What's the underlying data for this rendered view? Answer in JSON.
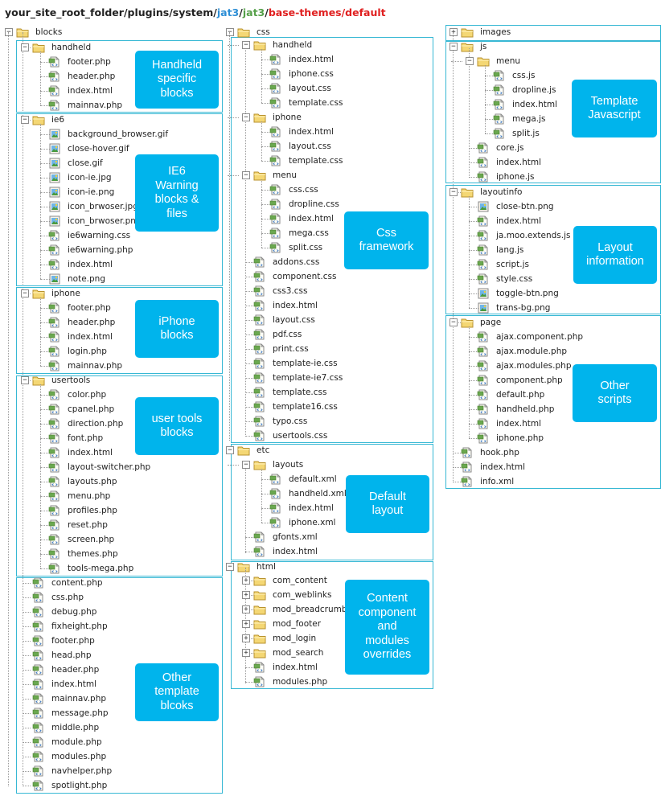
{
  "path": {
    "segments": [
      {
        "text": "your_site_root_folder/plugins/system/",
        "color": "#222222"
      },
      {
        "text": "jat3",
        "color": "#2e8fd6"
      },
      {
        "text": "/",
        "color": "#222222"
      },
      {
        "text": "jat3",
        "color": "#56a04a"
      },
      {
        "text": "/",
        "color": "#222222"
      },
      {
        "text": "base-themes/default",
        "color": "#e02020"
      }
    ]
  },
  "colors": {
    "box_border": "#37b8d4",
    "callout_bg": "#00b4ec",
    "callout_text": "#ffffff"
  },
  "columns": [
    {
      "boxes": [
        {
          "folder": "blocks",
          "toggle": "minus",
          "depth": 0,
          "top": false
        },
        {
          "folder": "handheld",
          "toggle": "minus",
          "depth": 1,
          "files": [
            "footer.php",
            "header.php",
            "index.html",
            "mainnav.php"
          ]
        },
        {
          "folder": "ie6",
          "toggle": "minus",
          "depth": 1,
          "files": [
            "background_browser.gif",
            "close-hover.gif",
            "close.gif",
            "icon-ie.jpg",
            "icon-ie.png",
            "icon_brwoser.jpg",
            "icon_brwoser.png",
            "ie6warning.css",
            "ie6warning.php",
            "index.html",
            "note.png"
          ]
        },
        {
          "folder": "iphone",
          "toggle": "minus",
          "depth": 1,
          "files": [
            "footer.php",
            "header.php",
            "index.html",
            "login.php",
            "mainnav.php"
          ]
        },
        {
          "folder": "usertools",
          "toggle": "minus",
          "depth": 1,
          "files": [
            "color.php",
            "cpanel.php",
            "direction.php",
            "font.php",
            "index.html",
            "layout-switcher.php",
            "layouts.php",
            "menu.php",
            "profiles.php",
            "reset.php",
            "screen.php",
            "themes.php",
            "tools-mega.php"
          ]
        },
        {
          "folder": "",
          "depth": 0,
          "files": [
            "content.php",
            "css.php",
            "debug.php",
            "fixheight.php",
            "footer.php",
            "head.php",
            "header.php",
            "index.html",
            "mainnav.php",
            "message.php",
            "middle.php",
            "module.php",
            "modules.php",
            "navhelper.php",
            "spotlight.php"
          ]
        }
      ]
    }
  ],
  "tree_col1": {
    "blocks_label": "blocks",
    "handheld": {
      "label": "handheld",
      "files": [
        "footer.php",
        "header.php",
        "index.html",
        "mainnav.php"
      ]
    },
    "ie6": {
      "label": "ie6",
      "files": [
        "background_browser.gif",
        "close-hover.gif",
        "close.gif",
        "icon-ie.jpg",
        "icon-ie.png",
        "icon_brwoser.jpg",
        "icon_brwoser.png",
        "ie6warning.css",
        "ie6warning.php",
        "index.html",
        "note.png"
      ]
    },
    "iphone": {
      "label": "iphone",
      "files": [
        "footer.php",
        "header.php",
        "index.html",
        "login.php",
        "mainnav.php"
      ]
    },
    "usertools": {
      "label": "usertools",
      "files": [
        "color.php",
        "cpanel.php",
        "direction.php",
        "font.php",
        "index.html",
        "layout-switcher.php",
        "layouts.php",
        "menu.php",
        "profiles.php",
        "reset.php",
        "screen.php",
        "themes.php",
        "tools-mega.php"
      ]
    },
    "root_files": [
      "content.php",
      "css.php",
      "debug.php",
      "fixheight.php",
      "footer.php",
      "head.php",
      "header.php",
      "index.html",
      "mainnav.php",
      "message.php",
      "middle.php",
      "module.php",
      "modules.php",
      "navhelper.php",
      "spotlight.php"
    ]
  },
  "tree_col2": {
    "css": {
      "label": "css",
      "handheld": {
        "label": "handheld",
        "files": [
          "index.html",
          "iphone.css",
          "layout.css",
          "template.css"
        ]
      },
      "iphone": {
        "label": "iphone",
        "files": [
          "index.html",
          "layout.css",
          "template.css"
        ]
      },
      "menu": {
        "label": "menu",
        "files": [
          "css.css",
          "dropline.css",
          "index.html",
          "mega.css",
          "split.css"
        ]
      },
      "files": [
        "addons.css",
        "component.css",
        "css3.css",
        "index.html",
        "layout.css",
        "pdf.css",
        "print.css",
        "template-ie.css",
        "template-ie7.css",
        "template.css",
        "template16.css",
        "typo.css",
        "usertools.css"
      ]
    },
    "etc": {
      "label": "etc",
      "layouts": {
        "label": "layouts",
        "files": [
          "default.xml",
          "handheld.xml",
          "index.html",
          "iphone.xml"
        ]
      },
      "files": [
        "gfonts.xml",
        "index.html"
      ]
    },
    "html": {
      "label": "html",
      "folders": [
        "com_content",
        "com_weblinks",
        "mod_breadcrumbs",
        "mod_footer",
        "mod_login",
        "mod_search"
      ],
      "files": [
        "index.html",
        "modules.php"
      ]
    }
  },
  "tree_col3": {
    "images": {
      "label": "images"
    },
    "js": {
      "label": "js",
      "menu": {
        "label": "menu",
        "files": [
          "css.js",
          "dropline.js",
          "index.html",
          "mega.js",
          "split.js"
        ]
      },
      "files": [
        "core.js",
        "index.html",
        "iphone.js"
      ]
    },
    "layoutinfo": {
      "label": "layoutinfo",
      "files": [
        "close-btn.png",
        "index.html",
        "ja.moo.extends.js",
        "lang.js",
        "script.js",
        "style.css",
        "toggle-btn.png",
        "trans-bg.png"
      ]
    },
    "page": {
      "label": "page",
      "files": [
        "ajax.component.php",
        "ajax.module.php",
        "ajax.modules.php",
        "component.php",
        "default.php",
        "handheld.php",
        "index.html",
        "iphone.php"
      ],
      "root_files": [
        "hook.php",
        "index.html",
        "info.xml"
      ]
    }
  },
  "callouts": {
    "handheld": "Handheld\nspecific\nblocks",
    "ie6": "IE6\nWarning\nblocks &\nfiles",
    "iphone": "iPhone\nblocks",
    "usertools": "user tools\nblocks",
    "other_template": "Other\ntemplate\nblcoks",
    "css": "Css\nframework",
    "layout": "Default\nlayout",
    "content": "Content\ncomponent\nand\nmodules\noverrides",
    "js": "Template\nJavascript",
    "layoutinfo": "Layout\ninformation",
    "other_scripts": "Other\nscripts"
  }
}
